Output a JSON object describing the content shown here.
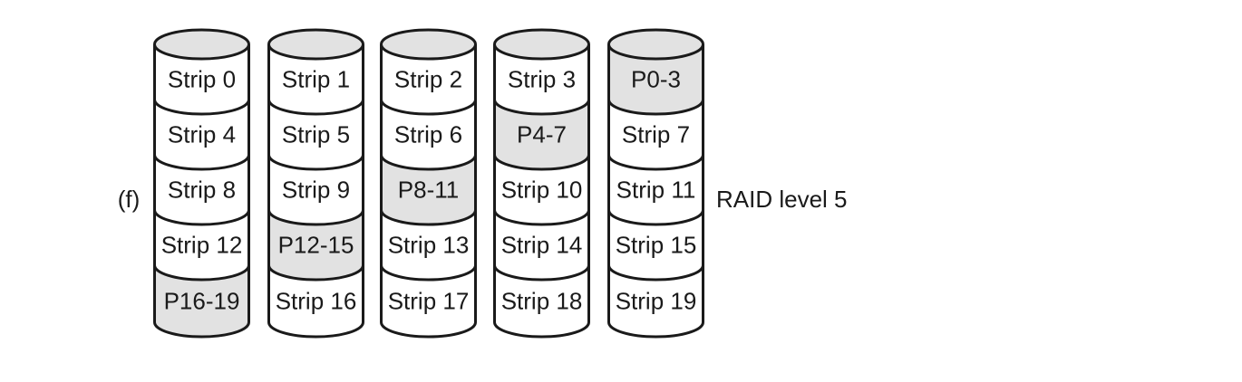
{
  "figure": {
    "panel_label": "(f)",
    "caption": "RAID level 5"
  },
  "colors": {
    "parity_fill": "#e2e2e2",
    "data_fill": "#ffffff",
    "stroke": "#1a1a1a",
    "text": "#1a1a1a"
  },
  "disks": [
    {
      "cells": [
        {
          "label": "Strip 0",
          "parity": false
        },
        {
          "label": "Strip 4",
          "parity": false
        },
        {
          "label": "Strip 8",
          "parity": false
        },
        {
          "label": "Strip 12",
          "parity": false
        },
        {
          "label": "P16-19",
          "parity": true
        }
      ]
    },
    {
      "cells": [
        {
          "label": "Strip 1",
          "parity": false
        },
        {
          "label": "Strip 5",
          "parity": false
        },
        {
          "label": "Strip 9",
          "parity": false
        },
        {
          "label": "P12-15",
          "parity": true
        },
        {
          "label": "Strip 16",
          "parity": false
        }
      ]
    },
    {
      "cells": [
        {
          "label": "Strip 2",
          "parity": false
        },
        {
          "label": "Strip 6",
          "parity": false
        },
        {
          "label": "P8-11",
          "parity": true
        },
        {
          "label": "Strip 13",
          "parity": false
        },
        {
          "label": "Strip 17",
          "parity": false
        }
      ]
    },
    {
      "cells": [
        {
          "label": "Strip 3",
          "parity": false
        },
        {
          "label": "P4-7",
          "parity": true
        },
        {
          "label": "Strip 10",
          "parity": false
        },
        {
          "label": "Strip 14",
          "parity": false
        },
        {
          "label": "Strip 18",
          "parity": false
        }
      ]
    },
    {
      "cells": [
        {
          "label": "P0-3",
          "parity": true
        },
        {
          "label": "Strip 7",
          "parity": false
        },
        {
          "label": "Strip 11",
          "parity": false
        },
        {
          "label": "Strip 15",
          "parity": false
        },
        {
          "label": "Strip 19",
          "parity": false
        }
      ]
    }
  ]
}
